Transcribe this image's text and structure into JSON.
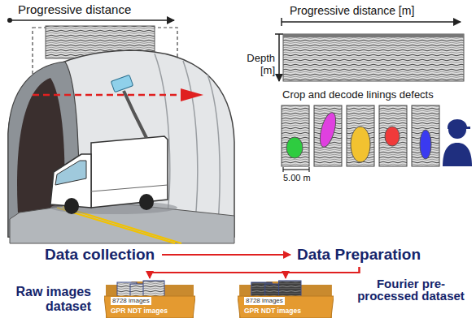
{
  "diagram": {
    "nodes": [
      {
        "text": [
          "Data collection"
        ]
      },
      {
        "text": [
          "Data Preparation"
        ]
      },
      {
        "text": [
          "8728 images",
          "GPR NDT images",
          "Raw images dataset"
        ]
      },
      {
        "text": [
          "8728 images",
          "GPR NDT images",
          "Fourier pre-processed dataset"
        ]
      }
    ],
    "edges": [
      {
        "from": 0,
        "to": 1,
        "arrow": "to"
      },
      {
        "from": 1,
        "to": 2,
        "arrow": "to"
      },
      {
        "from": 1,
        "to": 3,
        "arrow": "to"
      }
    ],
    "labels": [
      "Progressive distance",
      "Progressive distance [m]",
      "Depth [m]",
      "Crop and decode linings defects",
      "5.00 m"
    ]
  }
}
